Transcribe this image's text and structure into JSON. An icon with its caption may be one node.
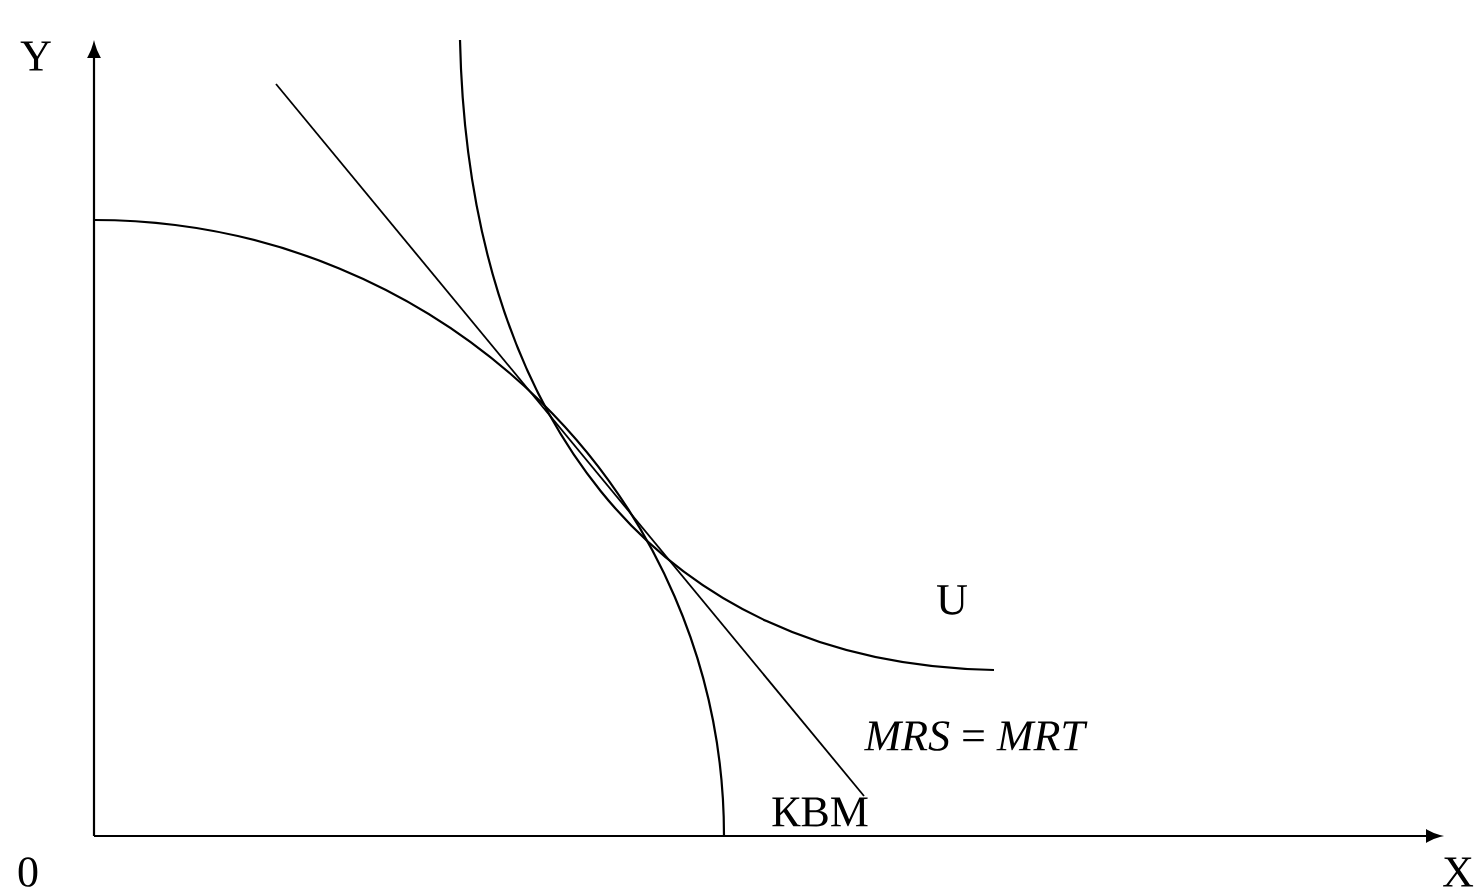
{
  "diagram": {
    "labels": [
      "Y",
      "0",
      "X",
      "U",
      "*MRS* = *MRT*",
      "КВМ"
    ]
  }
}
